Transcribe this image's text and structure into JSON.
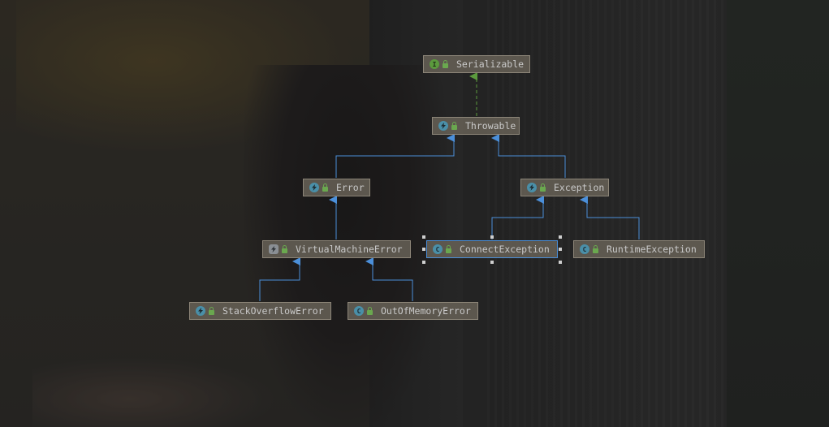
{
  "diagram": {
    "title": "",
    "nodes": [
      {
        "id": "serializable",
        "label": "Serializable",
        "kind": "interface",
        "badge": "I"
      },
      {
        "id": "throwable",
        "label": "Throwable",
        "kind": "throwable",
        "badge": ""
      },
      {
        "id": "error",
        "label": "Error",
        "kind": "throwable",
        "badge": ""
      },
      {
        "id": "exception",
        "label": "Exception",
        "kind": "throwable",
        "badge": ""
      },
      {
        "id": "vme",
        "label": "VirtualMachineError",
        "kind": "abstract",
        "badge": ""
      },
      {
        "id": "connect",
        "label": "ConnectException",
        "kind": "class",
        "badge": "C"
      },
      {
        "id": "runtime",
        "label": "RuntimeException",
        "kind": "class",
        "badge": "C"
      },
      {
        "id": "soe",
        "label": "StackOverflowError",
        "kind": "throwable",
        "badge": ""
      },
      {
        "id": "oome",
        "label": "OutOfMemoryError",
        "kind": "class",
        "badge": "C"
      }
    ],
    "edges": [
      {
        "from": "throwable",
        "to": "serializable",
        "type": "implements"
      },
      {
        "from": "error",
        "to": "throwable",
        "type": "extends"
      },
      {
        "from": "exception",
        "to": "throwable",
        "type": "extends"
      },
      {
        "from": "vme",
        "to": "error",
        "type": "extends"
      },
      {
        "from": "connect",
        "to": "exception",
        "type": "extends"
      },
      {
        "from": "runtime",
        "to": "exception",
        "type": "extends"
      },
      {
        "from": "soe",
        "to": "vme",
        "type": "extends"
      },
      {
        "from": "oome",
        "to": "vme",
        "type": "extends"
      }
    ],
    "selected": "connect"
  },
  "colors": {
    "extends_edge": "#4b8fd9",
    "implements_edge": "#5b9a3d",
    "interface_badge": "#5b9a3d",
    "class_badge": "#4a8fa8",
    "node_text": "#c9c9c9"
  }
}
